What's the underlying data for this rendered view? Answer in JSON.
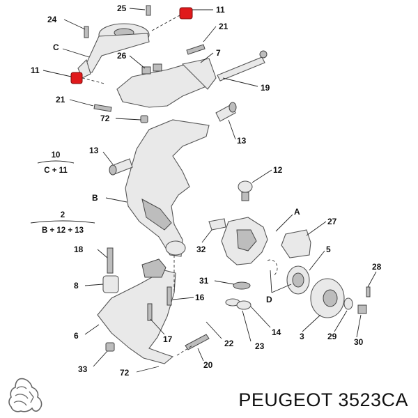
{
  "brand": {
    "part_number": "PEUGEOT 3523CA"
  },
  "labels": {
    "l25": "25",
    "l24": "24",
    "l11a": "11",
    "l11b": "11",
    "lC": "C",
    "l21a": "21",
    "l21b": "21",
    "l26": "26",
    "l7": "7",
    "l19": "19",
    "l72a": "72",
    "l72b": "72",
    "l13a": "13",
    "l13b": "13",
    "l12": "12",
    "lB": "B",
    "lA": "A",
    "l27": "27",
    "l32": "32",
    "l5": "5",
    "l18": "18",
    "l8": "8",
    "l31": "31",
    "l16": "16",
    "l28": "28",
    "lD": "D",
    "l14": "14",
    "l6": "6",
    "l17": "17",
    "l22": "22",
    "l23": "23",
    "l3": "3",
    "l29": "29",
    "l30": "30",
    "l33": "33",
    "l20": "20"
  },
  "groups": {
    "g10_top": "10",
    "g10_bottom": "C + 11",
    "g2_top": "2",
    "g2_bottom": "B + 12 + 13"
  },
  "colors": {
    "bushing": "#e0191b",
    "part_fill": "#e9e9e9",
    "outline": "#555555"
  },
  "icons": {
    "logo": "peugeot-lion-logo"
  }
}
